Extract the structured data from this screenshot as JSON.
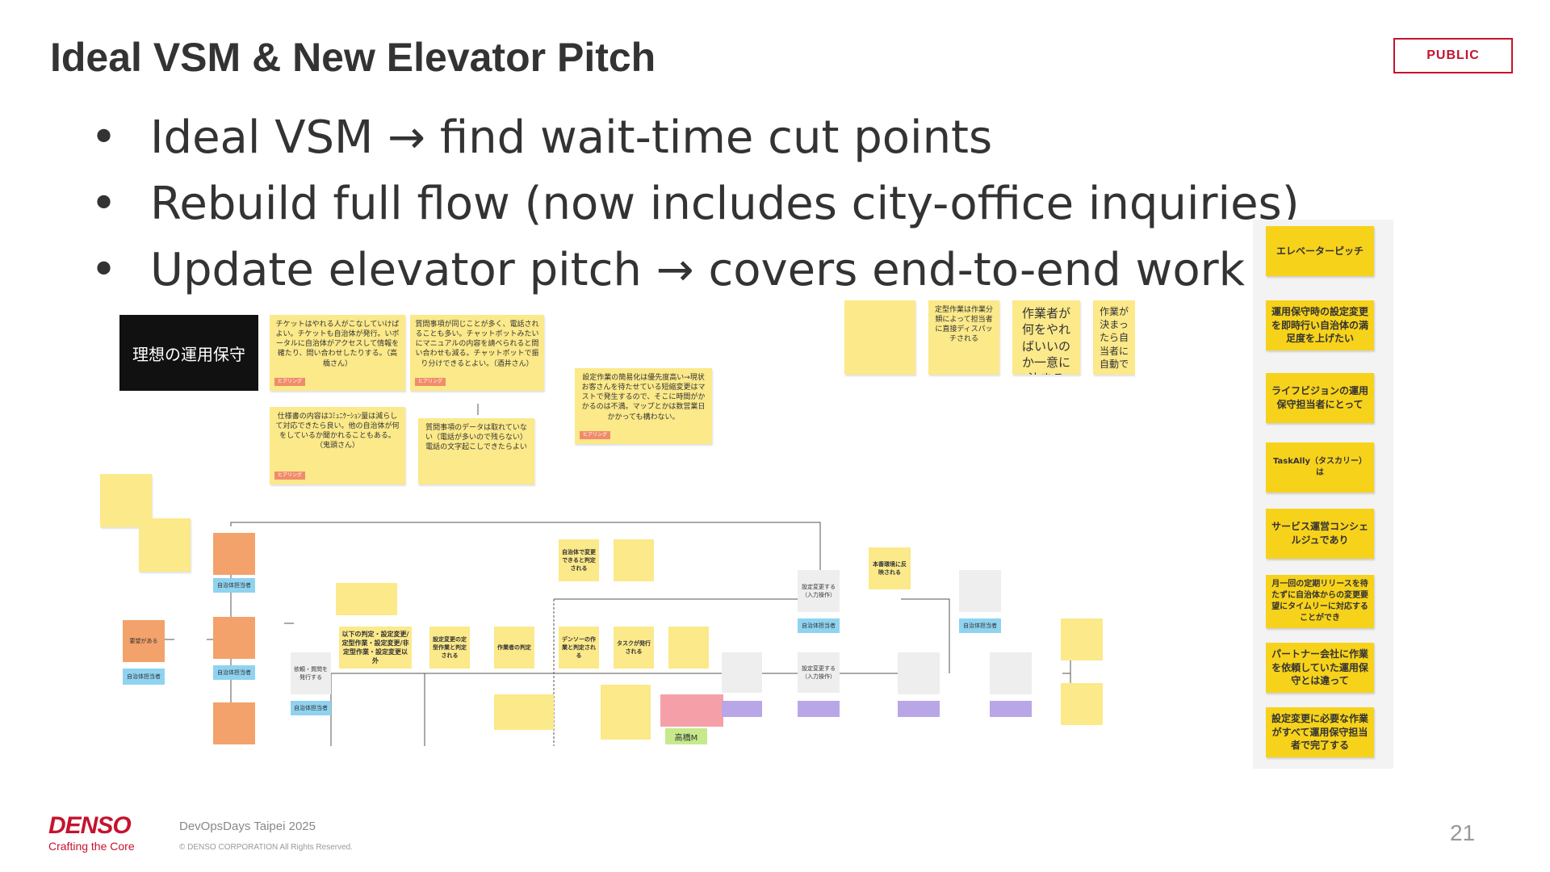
{
  "slide": {
    "title": "Ideal VSM & New Elevator Pitch",
    "badge": "PUBLIC",
    "bullets": [
      "Ideal VSM → find wait-time cut points",
      "Rebuild full flow (now includes city-office inquiries)",
      "Update elevator pitch → covers end-to-end work"
    ],
    "page_number": "21"
  },
  "board": {
    "title": "理想の運用保守",
    "notes": [
      "チケットはやれる人がこなしていけばよい。チケットも自治体が発行。いポータルに自治体がアクセスして情報を確たり、問い合わせしたりする。（高橋さん）",
      "質問事項が同じことが多く、電話されることも多い。チャットボットみたいにマニュアルの内容を請べられると問い合わせも減る。チャットボットで振り分けできるとよい。（酒井さん）",
      "仕様書の内容はｺﾐｭﾆｹｰｼｮﾝ量は減らして対応できたら良い。他の自治体が何をしているか聞かれることもある。（鬼頭さん）",
      "質問事項のデータは取れていない（電話が多いので残らない）電話の文字起こしできたらよい",
      "設定作業の簡易化は優先度高い→現状お客さんを待たせている短縮変更はマストで発生するので、そこに時間がかかるのは不満。マップとかは数営業日かかっても構わない。",
      "作業者が何をやればいいのか一意に決まる",
      "作業が決まったら自当者に自動で",
      "定型作業は作業分類によって担当者に直接ディスパッチされる",
      "以下の判定・設定変更/定型作業・設定変更/非定型作業・設定変更以外",
      "設定変更の定型作業と判定される",
      "作業者の判定",
      "デンソーの作業と判定される",
      "タスクが発行される",
      "自治体で変更できると判定される",
      "本番環境に反映される",
      "依頼・質問を発行する",
      "設定変更する（入力操作）",
      "高橋M",
      "要望がある"
    ],
    "tag": "ヒアリング",
    "role_label": "自治体担当者"
  },
  "side_panel": {
    "notes": [
      "エレベーターピッチ",
      "運用保守時の設定変更を即時行い自治体の満足度を上げたい",
      "ライフビジョンの運用保守担当者にとって",
      "TaskAlly（タスカリー）は",
      "サービス運営コンシェルジュであり",
      "月一回の定期リリースを待たずに自治体からの変更要望にタイムリーに対応することができ",
      "パートナー会社に作業を依頼していた運用保守とは違って",
      "設定変更に必要な作業がすべて運用保守担当者で完了する"
    ]
  },
  "footer": {
    "logo": "DENSO",
    "tagline": "Crafting the Core",
    "event": "DevOpsDays Taipei 2025",
    "copyright": "© DENSO CORPORATION All Rights Reserved."
  },
  "colors": {
    "brand": "#c5132e",
    "sticky": "#fbe98a",
    "pitch": "#f7d21b"
  }
}
